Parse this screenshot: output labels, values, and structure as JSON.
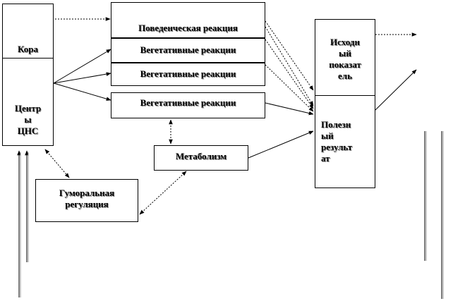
{
  "cns_block": {
    "top_label": "Кора",
    "bottom_label_lines": [
      "Центр",
      "ы",
      "ЦНС"
    ]
  },
  "reactions": [
    "Поведенческая реакция",
    "Вегетативные реакции",
    "Вегетативные реакции",
    "Вегетативные реакции"
  ],
  "metabolism_label": "Метаболизм",
  "humoral_label_lines": [
    "Гуморальная",
    "регуляция"
  ],
  "result_block": {
    "top_label_lines": [
      "Исходн",
      "ый",
      "показат",
      "ель"
    ],
    "bottom_label_lines": [
      "Полезн",
      "ый",
      "результ",
      "ат"
    ]
  }
}
